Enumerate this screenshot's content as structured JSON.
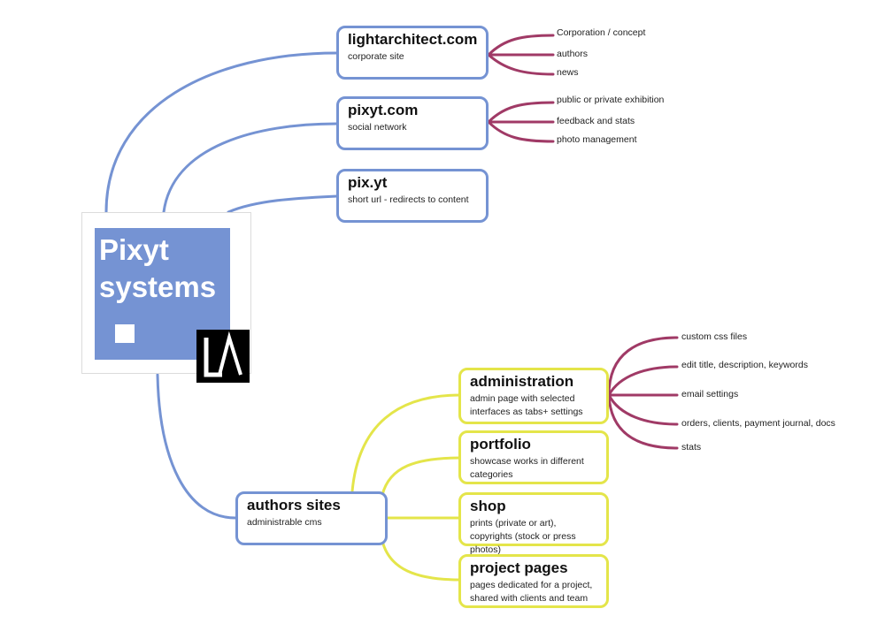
{
  "central": {
    "line1": "Pixyt",
    "line2": "systems",
    "logo": "LA-logo"
  },
  "colors": {
    "blue": "#7593d3",
    "yellow": "#e4e54a",
    "crimson": "#a03a66"
  },
  "nodes": {
    "lightarchitect": {
      "title": "lightarchitect.com",
      "sub": "corporate site"
    },
    "pixyt_com": {
      "title": "pixyt.com",
      "sub": "social network"
    },
    "pix_yt": {
      "title": "pix.yt",
      "sub": "short url - redirects to content"
    },
    "authors_sites": {
      "title": "authors sites",
      "sub": "administrable cms"
    },
    "administration": {
      "title": "administration",
      "sub": "admin page with selected interfaces as tabs+ settings"
    },
    "portfolio": {
      "title": "portfolio",
      "sub": "showcase works in different categories"
    },
    "shop": {
      "title": "shop",
      "sub": "prints (private or art), copyrights (stock or press photos)"
    },
    "project_pages": {
      "title": "project pages",
      "sub": "pages dedicated for a project, shared with clients and team"
    }
  },
  "leaves": {
    "lightarchitect": [
      "Corporation / concept",
      "authors",
      "news"
    ],
    "pixyt_com": [
      "public or private exhibition",
      "feedback and stats",
      "photo management"
    ],
    "administration": [
      "custom css files",
      "edit title, description, keywords",
      "email settings",
      "orders, clients, payment journal, docs",
      "stats"
    ]
  }
}
